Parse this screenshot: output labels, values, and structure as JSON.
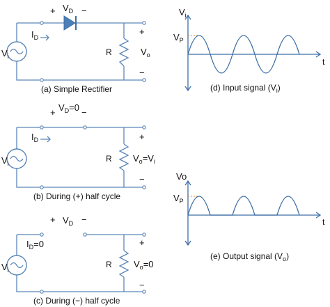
{
  "circuit_a": {
    "plus": "+",
    "minus": "−",
    "vd": "V",
    "vd_sub": "D",
    "id": "I",
    "id_sub": "D",
    "vi": "V",
    "vi_sub": "i",
    "r": "R",
    "vo": "V",
    "vo_sub": "o",
    "out_plus": "+",
    "out_minus": "−",
    "caption": "(a) Simple Rectifier"
  },
  "circuit_b": {
    "plus": "+",
    "minus": "−",
    "vd": "V",
    "vd_sub": "D",
    "vd_val": "=0",
    "id": "I",
    "id_sub": "D",
    "vi": "V",
    "vi_sub": "i",
    "r": "R",
    "vo": "V",
    "vo_sub": "o",
    "vo_eq": "=V",
    "vo_eq_sub": "i",
    "out_plus": "+",
    "out_minus": "−",
    "caption": "(b) During (+) half cycle"
  },
  "circuit_c": {
    "plus": "+",
    "minus": "−",
    "vd": "V",
    "vd_sub": "D",
    "id": "I",
    "id_sub": "D",
    "id_val": "=0",
    "vi": "V",
    "vi_sub": "i",
    "r": "R",
    "vo": "V",
    "vo_sub": "o",
    "vo_val": "=0",
    "out_plus": "+",
    "out_minus": "−",
    "caption": "(c) During (−) half cycle"
  },
  "graph_d": {
    "y_label": "V",
    "y_label_sub": "i",
    "peak": "V",
    "peak_sub": "P",
    "t_label": "t",
    "caption": "(d) Input signal (V",
    "caption_sub": "i",
    "caption_end": ")"
  },
  "graph_e": {
    "y_label": "Vo",
    "peak": "V",
    "peak_sub": "P",
    "t_label": "t",
    "caption": "(e) Output signal (V",
    "caption_sub": "o",
    "caption_end": ")"
  },
  "colors": {
    "wire": "#5a86b8",
    "axis": "#3d6ea5",
    "dashed": "#e08a1e"
  }
}
